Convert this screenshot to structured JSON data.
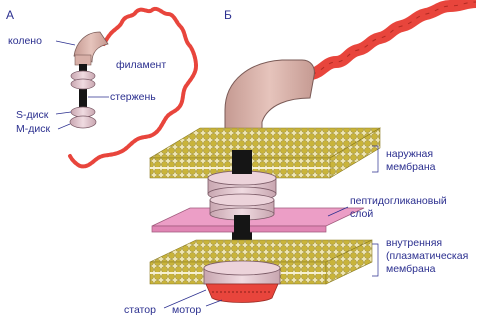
{
  "panel_a": {
    "letter": "А",
    "labels": {
      "knee": "колено",
      "filament": "филамент",
      "rod": "стержень",
      "s_disk": "S-диск",
      "m_disk": "М-диск"
    }
  },
  "panel_b": {
    "letter": "Б",
    "labels": {
      "outer_membrane_1": "наружная",
      "outer_membrane_2": "мембрана",
      "peptidoglycan_1": "пептидогликановый",
      "peptidoglycan_2": "слой",
      "inner_membrane_1": "внутренняя",
      "inner_membrane_2": "(плазматическая",
      "inner_membrane_3": "мембрана",
      "stator": "статор",
      "motor": "мотор"
    }
  },
  "colors": {
    "filament": "#e8453c",
    "hook": "#d8b0a8",
    "rings": "#e4c6cf",
    "rod": "#151515",
    "membrane_heads": "#c9b43a",
    "peptidoglycan": "#ec9ec6",
    "motor": "#e8453c",
    "label_text": "#2b2f8f"
  }
}
